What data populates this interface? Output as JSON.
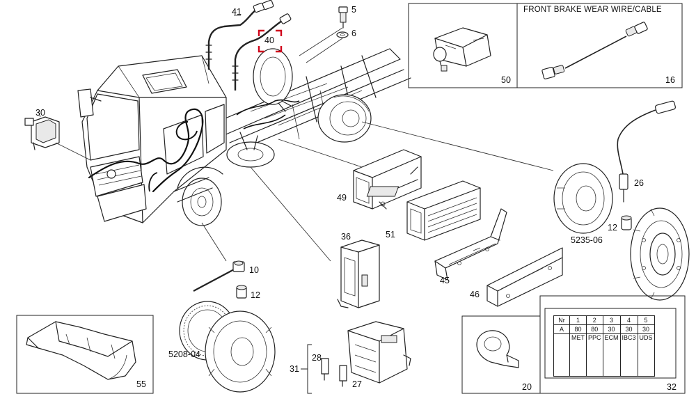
{
  "diagram": {
    "callouts": {
      "c41": "41",
      "c40": "40",
      "c5": "5",
      "c6": "6",
      "c30": "30",
      "c49": "49",
      "c51": "51",
      "c36": "36",
      "c10": "10",
      "c12a": "12",
      "c45": "45",
      "c46": "46",
      "c26": "26",
      "c12b": "12",
      "c5208": "5208-04",
      "c5235": "5235-06",
      "c55": "55",
      "c31": "31",
      "c28": "28",
      "c27": "27",
      "c20": "20",
      "c32": "32",
      "c50": "50",
      "c16": "16"
    },
    "brake_box": {
      "title": "FRONT BRAKE WEAR WIRE/CABLE"
    },
    "bus_table": {
      "head": [
        "Nr",
        "1",
        "2",
        "3",
        "4",
        "5"
      ],
      "row_a": [
        "A",
        "80",
        "80",
        "30",
        "30",
        "30"
      ],
      "names": [
        "",
        "MET",
        "PPC",
        "ECM",
        "IBC3",
        "UDS"
      ]
    },
    "colors": {
      "line": "#222222",
      "highlight": "#d0021b"
    }
  }
}
